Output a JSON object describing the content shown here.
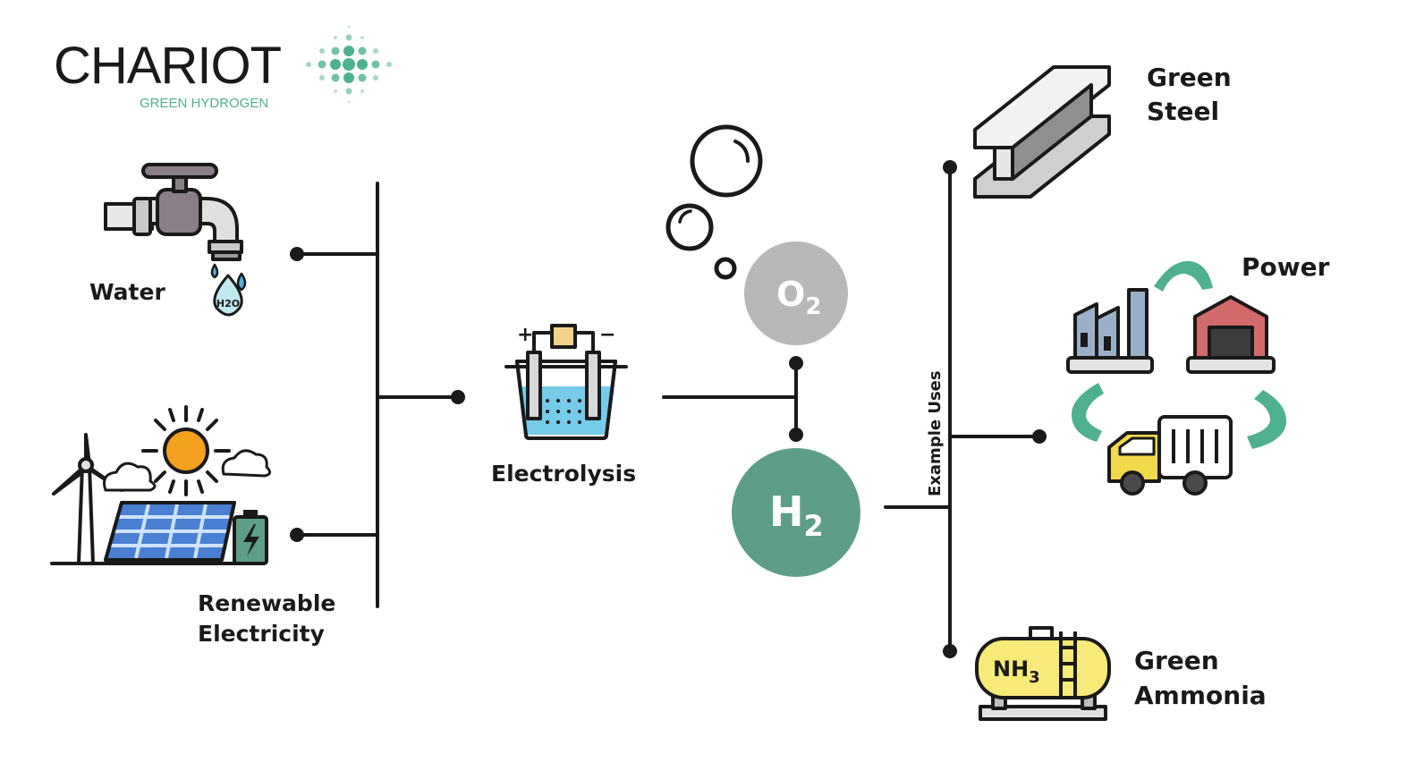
{
  "logo": {
    "name": "CHARIOT",
    "tagline": "GREEN HYDROGEN",
    "accent_color": "#4fb08e"
  },
  "inputs": {
    "water_label": "Water",
    "h2o_drop": "H2O",
    "renewable_line1": "Renewable",
    "renewable_line2": "Electricity"
  },
  "process": {
    "electrolysis_label": "Electrolysis",
    "plus": "+",
    "minus": "−"
  },
  "products": {
    "o2_label": "O",
    "o2_sub": "2",
    "h2_label": "H",
    "h2_sub": "2",
    "o2_color": "#b8b8b8",
    "h2_color": "#5e9e87"
  },
  "uses": {
    "axis_label": "Example Uses",
    "steel_line1": "Green",
    "steel_line2": "Steel",
    "power_label": "Power",
    "ammonia_line1": "Green",
    "ammonia_line2": "Ammonia",
    "ammonia_tank_label": "NH",
    "ammonia_tank_sub": "3"
  }
}
